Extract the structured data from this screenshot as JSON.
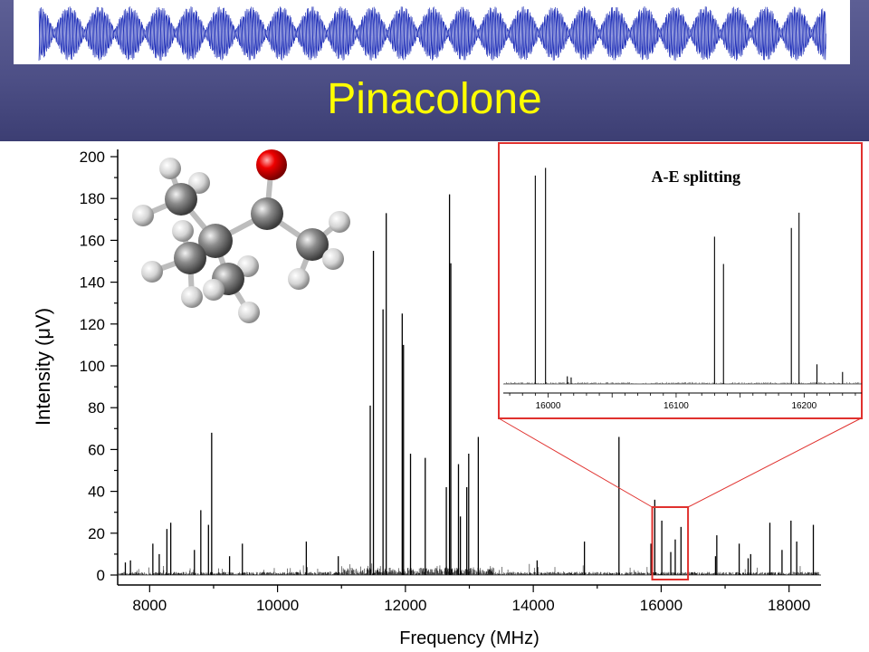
{
  "slide": {
    "title": "Pinacolone",
    "banner_color": "#1f2fb8",
    "title_color": "#ffff00",
    "header_color": "#4d4f86",
    "highlight_color": "#e0312e"
  },
  "molecule": {
    "description_icon": "pinacolone-molecule-icon"
  },
  "chart_data": [
    {
      "type": "bar",
      "xlabel": "Frequency (MHz)",
      "ylabel": "Intensity (μV)",
      "xlim": [
        7500,
        18500
      ],
      "ylim": [
        0,
        200
      ],
      "xticks": [
        8000,
        10000,
        12000,
        14000,
        16000,
        18000
      ],
      "yticks": [
        0,
        20,
        40,
        60,
        80,
        100,
        120,
        140,
        160,
        180,
        200
      ],
      "series": [
        {
          "x": [
            7620,
            7700,
            8050,
            8150,
            8270,
            8330,
            8700,
            8800,
            8920,
            8970,
            9250,
            9450,
            10450,
            10950,
            11450,
            11500,
            11650,
            11700,
            11950,
            11970,
            12080,
            12310,
            12640,
            12690,
            12710,
            12830,
            12860,
            12960,
            12990,
            13140,
            14060,
            14800,
            15340,
            15840,
            15900,
            16010,
            16150,
            16220,
            16310,
            16850,
            16870,
            17220,
            17360,
            17400,
            17700,
            17890,
            18030,
            18120,
            18380
          ],
          "values": [
            6,
            7,
            15,
            10,
            22,
            25,
            12,
            31,
            24,
            68,
            9,
            15,
            16,
            9,
            81,
            155,
            127,
            173,
            125,
            110,
            58,
            56,
            42,
            182,
            149,
            53,
            28,
            42,
            58,
            66,
            7,
            16,
            66,
            15,
            36,
            26,
            11,
            17,
            23,
            9,
            19,
            15,
            8,
            10,
            25,
            12,
            26,
            16,
            24
          ]
        }
      ],
      "highlight_range": [
        15860,
        16420
      ]
    },
    {
      "type": "bar",
      "title": "A-E splitting",
      "xlim": [
        15965,
        16245
      ],
      "xticks": [
        16000,
        16100,
        16200
      ],
      "series": [
        {
          "x": [
            15990,
            15998,
            16015,
            16018,
            16130,
            16137,
            16190,
            16196,
            16210,
            16230
          ],
          "values": [
            191,
            198,
            7,
            6,
            135,
            110,
            143,
            157,
            18,
            11
          ]
        }
      ]
    }
  ]
}
